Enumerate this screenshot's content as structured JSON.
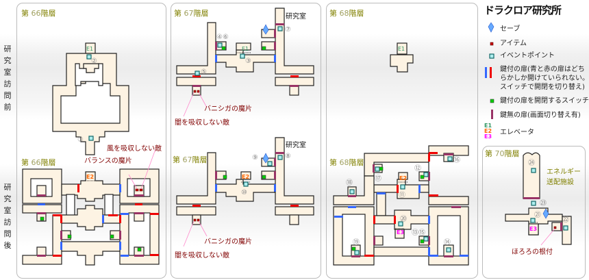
{
  "title": "ドラクロア研究所",
  "side_labels": {
    "before": [
      "研",
      "究",
      "室",
      "訪",
      "問",
      "前"
    ],
    "after": [
      "研",
      "究",
      "室",
      "訪",
      "問",
      "後"
    ]
  },
  "floors": [
    {
      "id": "66-before",
      "prefix": "第",
      "num": "66",
      "suffix": "階層",
      "markers": [
        "①",
        "②"
      ],
      "elevators": [
        "E1"
      ]
    },
    {
      "id": "66-after",
      "prefix": "第",
      "num": "66",
      "suffix": "階層",
      "elevators": [
        "E2"
      ],
      "notes": [
        "風を吸収しない敵",
        "バランスの魔片"
      ]
    },
    {
      "id": "67-before",
      "prefix": "第",
      "num": "67",
      "suffix": "階層",
      "markers": [
        "③",
        "④⑥",
        "⑤",
        "⑦"
      ],
      "elevators": [
        "E1"
      ],
      "room_label": "研究室",
      "notes": [
        "バニシガの魔片",
        "闇を吸収しない敵"
      ]
    },
    {
      "id": "67-after",
      "prefix": "第",
      "num": "67",
      "suffix": "階層",
      "markers": [
        "⑧",
        "⑨",
        "⑩"
      ],
      "elevators": [
        "E2"
      ],
      "room_label": "研究室",
      "notes": [
        "バニシガの魔片",
        "闇を吸収しない敵"
      ]
    },
    {
      "id": "68-before",
      "prefix": "第",
      "num": "68",
      "suffix": "階層",
      "elevators": [
        "E1"
      ]
    },
    {
      "id": "68-after",
      "prefix": "第",
      "num": "68",
      "suffix": "階層",
      "markers": [
        "⑪",
        "⑫",
        "⑬⑮",
        "⑭",
        "⑯",
        "⑰",
        "⑱",
        "⑲",
        "⑳"
      ],
      "elevators": [
        "E2",
        "E3"
      ]
    },
    {
      "id": "70",
      "prefix": "第",
      "num": "70",
      "suffix": "階層",
      "markers": [
        "㉑",
        "㉒",
        "㉓",
        "㉔"
      ],
      "elevators": [
        "E3"
      ],
      "room_label_lines": [
        "エネルギー",
        "送配施設"
      ],
      "notes": [
        "ほろろの根付"
      ]
    }
  ],
  "legend": {
    "save": {
      "icon": "save-crystal-icon",
      "label": "セーブ"
    },
    "item": {
      "icon": "item-icon",
      "label": "アイテム",
      "color": "#cc0000"
    },
    "event": {
      "icon": "event-point-icon",
      "label": "イベントポイント",
      "color": "#33bbbb"
    },
    "locked_door": {
      "icon": "locked-door-icon",
      "lines": [
        "鍵付の扉(青と赤の扉はどち",
        "らかしか開けていられない。",
        "スイッチで開閉を切り替え)"
      ],
      "colors": [
        "#3366ff",
        "#ee0000"
      ]
    },
    "switch": {
      "icon": "switch-icon",
      "label": "鍵付の扉を開閉するスイッチ",
      "color": "#00cc00"
    },
    "unlocked_door": {
      "icon": "door-icon",
      "label": "鍵無の扉(画面切り替え有)",
      "color": "#993366"
    },
    "elevator": {
      "codes": [
        "E1",
        "E2",
        "E3"
      ],
      "label": "エレベータ",
      "colors": [
        "#339966",
        "#ff6600",
        "#ff00ff"
      ]
    }
  }
}
